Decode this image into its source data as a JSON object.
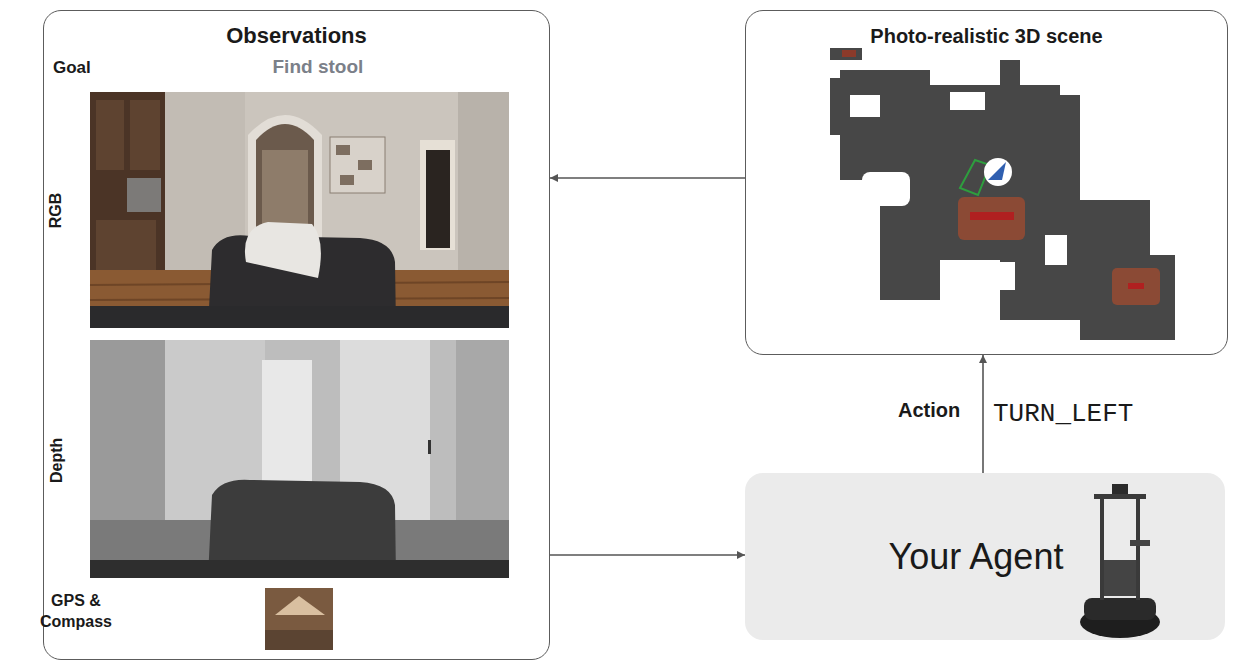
{
  "diagram": {
    "nodes": [
      {
        "text": [
          "Observations"
        ]
      },
      {
        "text": [
          "Photo-realistic 3D scene"
        ]
      },
      {
        "text": [
          "Your Agent"
        ]
      }
    ],
    "edges": [
      {
        "from": 1,
        "to": 0,
        "arrow": "to"
      },
      {
        "from": 0,
        "to": 2,
        "arrow": "to"
      },
      {
        "from": 2,
        "to": 1,
        "arrow": "to",
        "label": "TURN_LEFT"
      }
    ],
    "labels": [
      "Goal",
      "Find stool",
      "RGB",
      "Depth",
      "GPS & Compass",
      "Action"
    ]
  }
}
